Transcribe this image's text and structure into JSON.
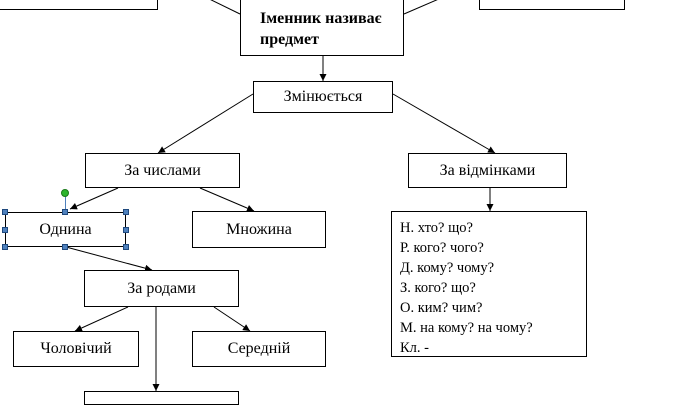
{
  "top_left_box": {
    "label": ""
  },
  "top_right_box": {
    "label": ""
  },
  "root": {
    "label": "Іменник називає предмет"
  },
  "changes": {
    "label": "Змінюється"
  },
  "by_numbers": {
    "label": "За числами"
  },
  "by_cases": {
    "label": "За відмінками"
  },
  "singular": {
    "label": "Однина"
  },
  "plural": {
    "label": "Множина"
  },
  "by_genders": {
    "label": "За родами"
  },
  "masculine": {
    "label": "Чоловічий"
  },
  "neuter": {
    "label": "Середній"
  },
  "bottom_box": {
    "label": ""
  },
  "cases_list": [
    "Н. хто? що?",
    "Р. кого? чого?",
    "Д. кому? чому?",
    "З. кого? що?",
    "О. ким? чим?",
    "М. на кому? на чому?",
    "Кл. -"
  ],
  "colors": {
    "line": "#000000",
    "selection_handle": "#4f81bd",
    "rotation_handle": "#2db52d"
  }
}
